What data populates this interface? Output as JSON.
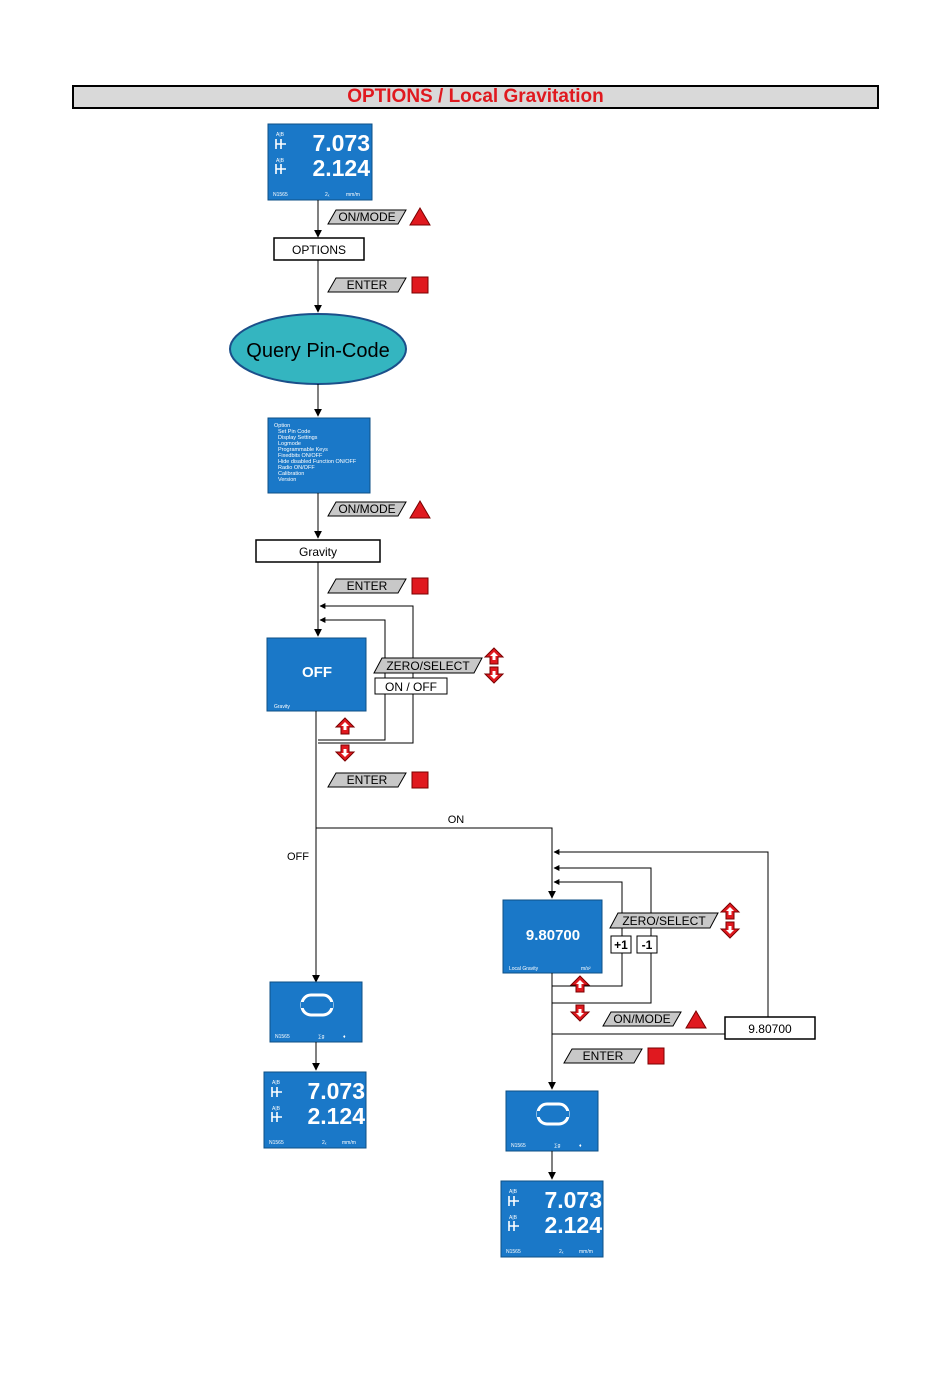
{
  "title": "OPTIONS / Local Gravitation",
  "colors": {
    "title_text": "#e0191f",
    "title_bg": "#d9d9d9",
    "lcd_blue": "#1a78c8",
    "ellipse_fill": "#34b5c0",
    "ellipse_stroke": "#1b4f8a",
    "red": "#e0191f",
    "button_shade": "#c8c8c8"
  },
  "display_values": {
    "line1": "7.073",
    "line2": "2.124",
    "unit": "mm/m",
    "ref1": "A|B",
    "ref2": "A|B",
    "model": "N1565",
    "sub": "2ₓ"
  },
  "buttons": {
    "on_mode": "ON/MODE",
    "enter": "ENTER",
    "zero_select": "ZERO/SELECT"
  },
  "boxes": {
    "options": "OPTIONS",
    "gravity": "Gravity",
    "gravity_value": "9.80700",
    "on_off": "ON / OFF",
    "plus_one": "+1",
    "minus_one": "-1"
  },
  "ellipse_label": "Query Pin-Code",
  "menu": {
    "items": [
      "Option",
      "Set Pin Code",
      "Display Settings",
      "Logmode",
      "Programmable Keys",
      "Fixedbits ON/OFF",
      "Hide disabled Function ON/OFF",
      "Radio ON/OFF",
      "Calibration",
      "Version"
    ]
  },
  "off_screen": {
    "value": "OFF",
    "label": "Gravity"
  },
  "gravity_screen": {
    "value": "9.80700",
    "label": "Local Gravity",
    "unit": "m/s²"
  },
  "saving_screen": {
    "model": "N1565",
    "sub": "∑g",
    "mark": "♦"
  },
  "flow_labels": {
    "on": "ON",
    "off": "OFF"
  },
  "icons": [
    "up-triangle-icon",
    "stop-square-icon",
    "arrow-up-icon",
    "arrow-down-icon",
    "refresh-icon"
  ]
}
